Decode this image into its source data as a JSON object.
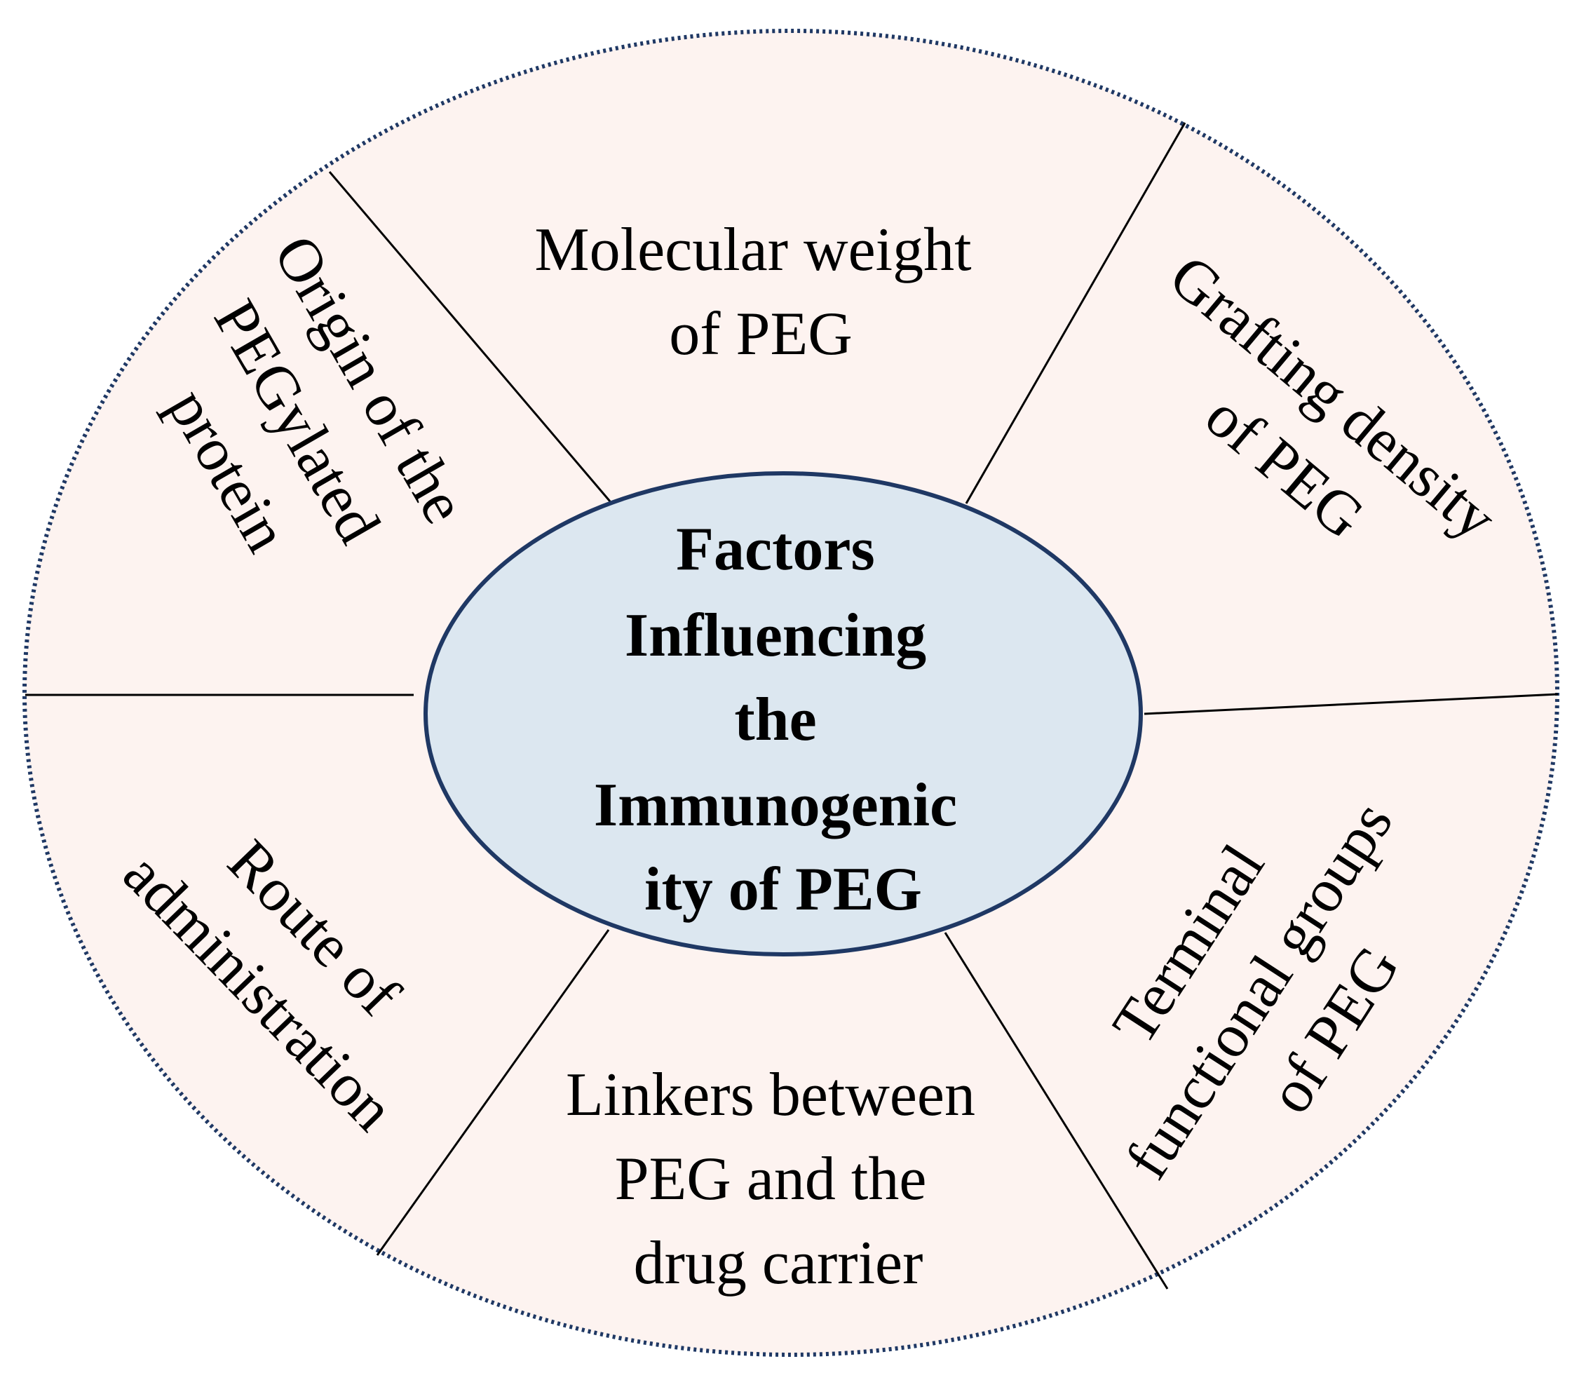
{
  "diagram": {
    "center": {
      "lines": [
        "Factors",
        "Influencing",
        "the",
        "Immunogenic",
        "ity of PEG"
      ]
    },
    "segments": [
      {
        "id": "molecular-weight",
        "lines": [
          "Molecular weight",
          "of PEG"
        ]
      },
      {
        "id": "grafting-density",
        "lines": [
          "Grafting density",
          "of PEG"
        ]
      },
      {
        "id": "terminal-groups",
        "lines": [
          "Terminal",
          "functional groups",
          "of PEG"
        ]
      },
      {
        "id": "linkers",
        "lines": [
          "Linkers between",
          "PEG and the",
          "drug carrier"
        ]
      },
      {
        "id": "route",
        "lines": [
          "Route of",
          "administration"
        ]
      },
      {
        "id": "origin",
        "lines": [
          "Origin of the",
          "PEGylated",
          "protein"
        ]
      }
    ]
  },
  "colors": {
    "segment_fill": "#fdf3f0",
    "outer_border": "#1f3864",
    "center_fill": "#dce7f0",
    "center_border": "#1f3864",
    "divider": "#000000"
  }
}
